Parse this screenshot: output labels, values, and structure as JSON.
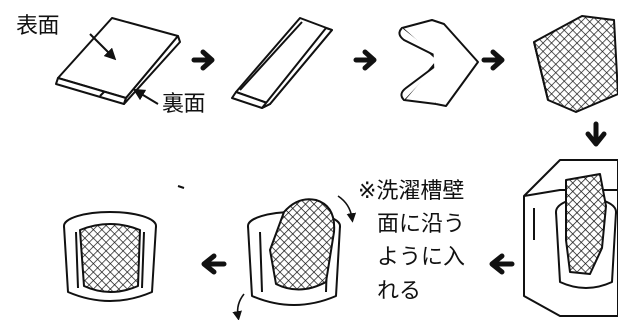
{
  "labels": {
    "front": "表面",
    "back": "裏面"
  },
  "note": {
    "lines": [
      "※洗濯槽壁",
      "面に沿う",
      "ように入",
      "れる"
    ]
  },
  "colors": {
    "ink": "#111111",
    "paper": "#ffffff"
  },
  "icons": [
    "arrow-right-icon",
    "arrow-down-icon",
    "arrow-left-icon"
  ]
}
